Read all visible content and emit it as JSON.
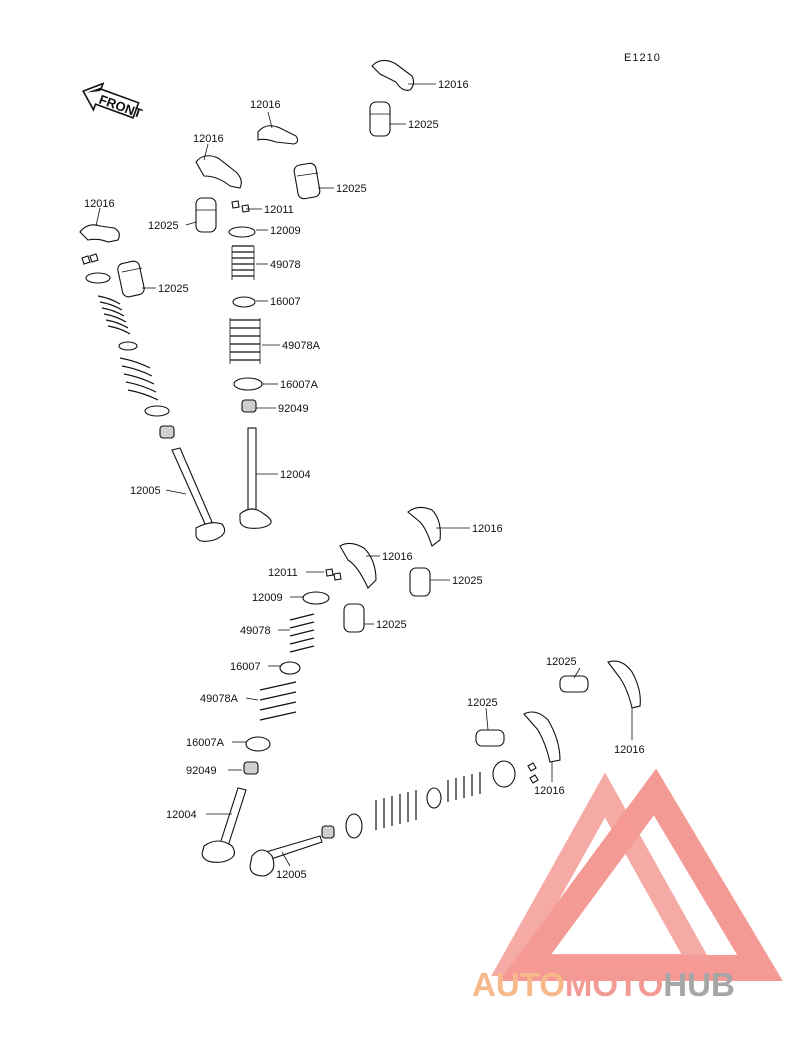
{
  "figure_code": "E1210",
  "front_arrow_label": "FRONT",
  "watermark": {
    "parts": [
      "AUTO",
      "MOTO",
      "HUB"
    ],
    "colors": {
      "auto": "#f7b98a",
      "moto": "#f39a95",
      "hub": "#a6a6a6",
      "triangle": "#f3908a"
    }
  },
  "part_labels": [
    "12016",
    "12025",
    "12016",
    "12025",
    "12016",
    "12011",
    "12025",
    "12009",
    "49078",
    "12016",
    "12025",
    "16007",
    "49078A",
    "16007A",
    "92049",
    "12004",
    "12005",
    "12016",
    "12016",
    "12011",
    "12025",
    "12009",
    "12025",
    "49078",
    "16007",
    "12025",
    "49078A",
    "12025",
    "12016",
    "16007A",
    "92049",
    "12016",
    "12004",
    "12005"
  ]
}
